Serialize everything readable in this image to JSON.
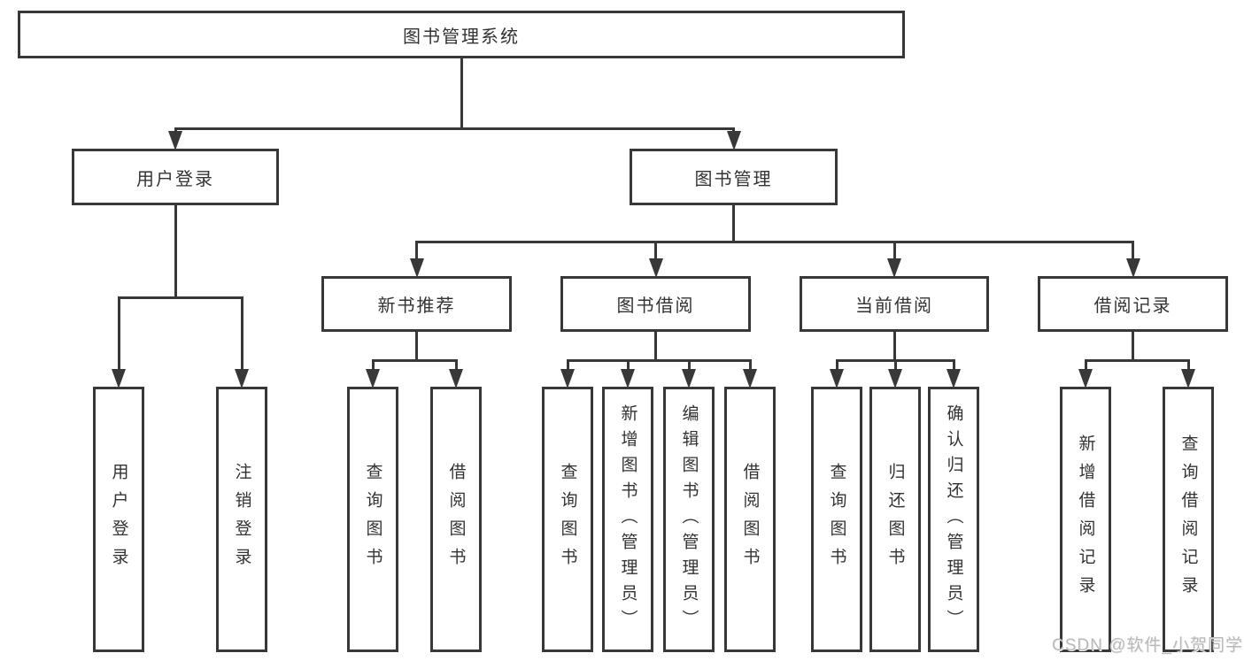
{
  "diagram": {
    "title": "图书管理系统",
    "nodes": [
      {
        "id": "library-management-system",
        "label": "图书管理系统",
        "parent": null
      },
      {
        "id": "user-login",
        "label": "用户登录",
        "parent": "library-management-system"
      },
      {
        "id": "book-management",
        "label": "图书管理",
        "parent": "library-management-system"
      },
      {
        "id": "login",
        "label": "用户登录",
        "parent": "user-login"
      },
      {
        "id": "logout",
        "label": "注销登录",
        "parent": "user-login"
      },
      {
        "id": "new-book-recommendation",
        "label": "新书推荐",
        "parent": "book-management"
      },
      {
        "id": "book-borrowing",
        "label": "图书借阅",
        "parent": "book-management"
      },
      {
        "id": "current-borrowing",
        "label": "当前借阅",
        "parent": "book-management"
      },
      {
        "id": "borrowing-records",
        "label": "借阅记录",
        "parent": "book-management"
      },
      {
        "id": "search-books-recommend",
        "label": "查询图书",
        "parent": "new-book-recommendation"
      },
      {
        "id": "borrow-books-recommend",
        "label": "借阅图书",
        "parent": "new-book-recommendation"
      },
      {
        "id": "search-books-borrow",
        "label": "查询图书",
        "parent": "book-borrowing"
      },
      {
        "id": "add-books-admin",
        "label": "新增图书（管理员）",
        "parent": "book-borrowing"
      },
      {
        "id": "edit-books-admin",
        "label": "编辑图书（管理员）",
        "parent": "book-borrowing"
      },
      {
        "id": "borrow-books",
        "label": "借阅图书",
        "parent": "book-borrowing"
      },
      {
        "id": "search-books-current",
        "label": "查询图书",
        "parent": "current-borrowing"
      },
      {
        "id": "return-books",
        "label": "归还图书",
        "parent": "current-borrowing"
      },
      {
        "id": "confirm-return-admin",
        "label": "确认归还（管理员）",
        "parent": "current-borrowing"
      },
      {
        "id": "add-borrow-record",
        "label": "新增借阅记录",
        "parent": "borrowing-records"
      },
      {
        "id": "search-borrow-record",
        "label": "查询借阅记录",
        "parent": "borrowing-records"
      }
    ]
  },
  "watermark": {
    "text": "CSDN @软件_小贺同学"
  },
  "colors": {
    "line": "#383838",
    "text": "#333333",
    "watermark": "#b9b9b9",
    "background": "#ffffff"
  }
}
